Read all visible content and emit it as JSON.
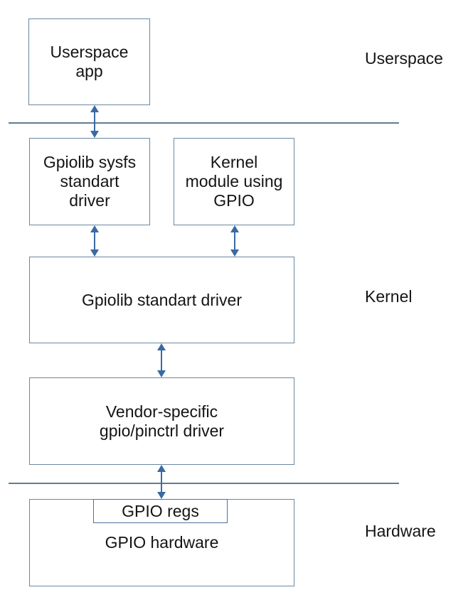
{
  "colors": {
    "arrow": "#3a6aa4",
    "box_border": "#6a88a0",
    "regs_border": "#4f739c",
    "divider": "#5f7d90",
    "text": "#141414",
    "background": "#ffffff"
  },
  "layers": [
    {
      "label": "Userspace"
    },
    {
      "label": "Kernel"
    },
    {
      "label": "Hardware"
    }
  ],
  "nodes": {
    "userspace_app": {
      "label": "Userspace\napp"
    },
    "gpiolib_sysfs": {
      "label": "Gpiolib sysfs\nstandart\ndriver"
    },
    "kernel_module": {
      "label": "Kernel\nmodule using\nGPIO"
    },
    "gpiolib_standard": {
      "label": "Gpiolib standart driver"
    },
    "vendor_driver": {
      "label": "Vendor-specific\ngpio/pinctrl driver"
    },
    "gpio_regs": {
      "label": "GPIO regs"
    },
    "gpio_hardware": {
      "label": "GPIO hardware"
    }
  },
  "edges": [
    {
      "from": "userspace_app",
      "to": "gpiolib_sysfs",
      "type": "bidirectional"
    },
    {
      "from": "gpiolib_sysfs",
      "to": "gpiolib_standard",
      "type": "bidirectional"
    },
    {
      "from": "kernel_module",
      "to": "gpiolib_standard",
      "type": "bidirectional"
    },
    {
      "from": "gpiolib_standard",
      "to": "vendor_driver",
      "type": "bidirectional"
    },
    {
      "from": "vendor_driver",
      "to": "gpio_regs",
      "type": "bidirectional"
    }
  ]
}
